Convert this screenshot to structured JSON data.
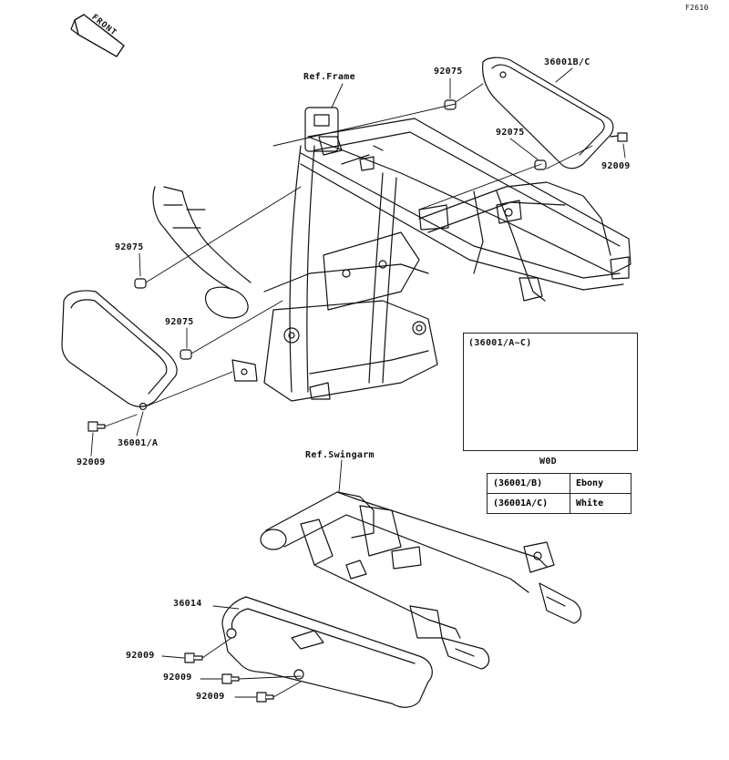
{
  "figure_code": "F2610",
  "front_label": "FRONT",
  "references": {
    "frame": "Ref.Frame",
    "swingarm": "Ref.Swingarm"
  },
  "callouts": {
    "p92075_top": "92075",
    "p36001_bc": "36001B/C",
    "p92075_mid": "92075",
    "p92009_right": "92009",
    "p92075_left_a": "92075",
    "p92075_left_b": "92075",
    "p36001_a": "36001/A",
    "p92009_left": "92009",
    "p36014": "36014",
    "p92009_s1": "92009",
    "p92009_s2": "92009",
    "p92009_s3": "92009"
  },
  "inset": {
    "title": "(36001/A~C)",
    "caption": "W0D"
  },
  "color_table": {
    "rows": [
      {
        "part": "(36001/B)",
        "color": "Ebony"
      },
      {
        "part": "(36001A/C)",
        "color": "White"
      }
    ]
  }
}
